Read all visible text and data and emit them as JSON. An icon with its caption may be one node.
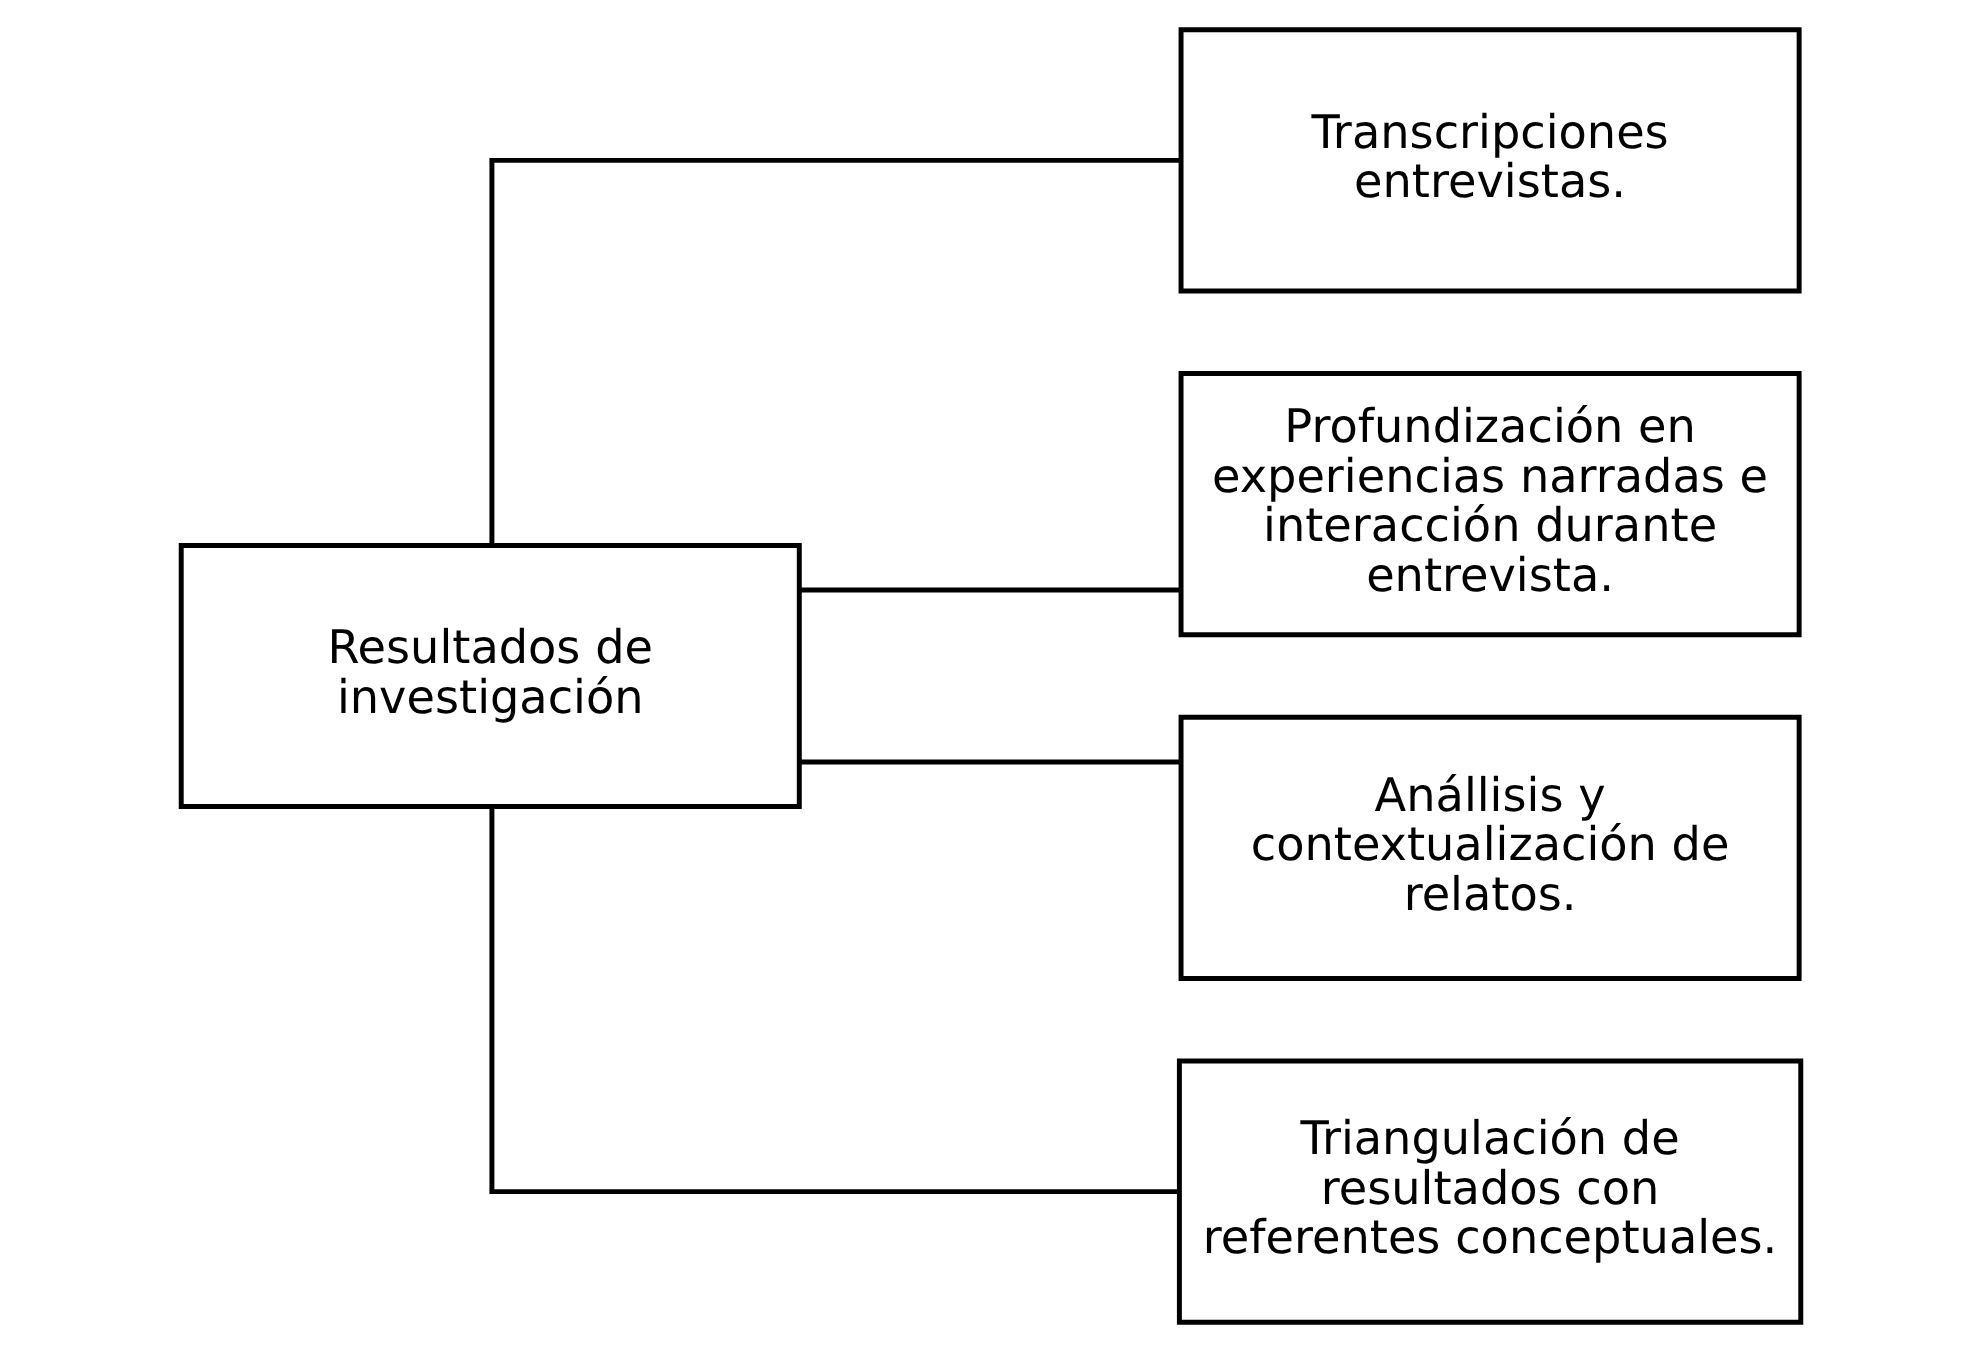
{
  "diagram": {
    "nodes": [
      {
        "text": [
          "Resultados de investigación"
        ]
      },
      {
        "text": [
          "Transcripciones entrevistas."
        ]
      },
      {
        "text": [
          "Profundización en experiencias narradas e interacción durante entrevista."
        ]
      },
      {
        "text": [
          "Anállisis y contextualización de relatos."
        ]
      },
      {
        "text": [
          "Triangulación de resultados con referentes conceptuales."
        ]
      }
    ],
    "edges": [
      {
        "from": 0,
        "to": 1,
        "arrow": "none"
      },
      {
        "from": 0,
        "to": 2,
        "arrow": "none"
      },
      {
        "from": 0,
        "to": 3,
        "arrow": "none"
      },
      {
        "from": 0,
        "to": 4,
        "arrow": "none"
      }
    ]
  }
}
